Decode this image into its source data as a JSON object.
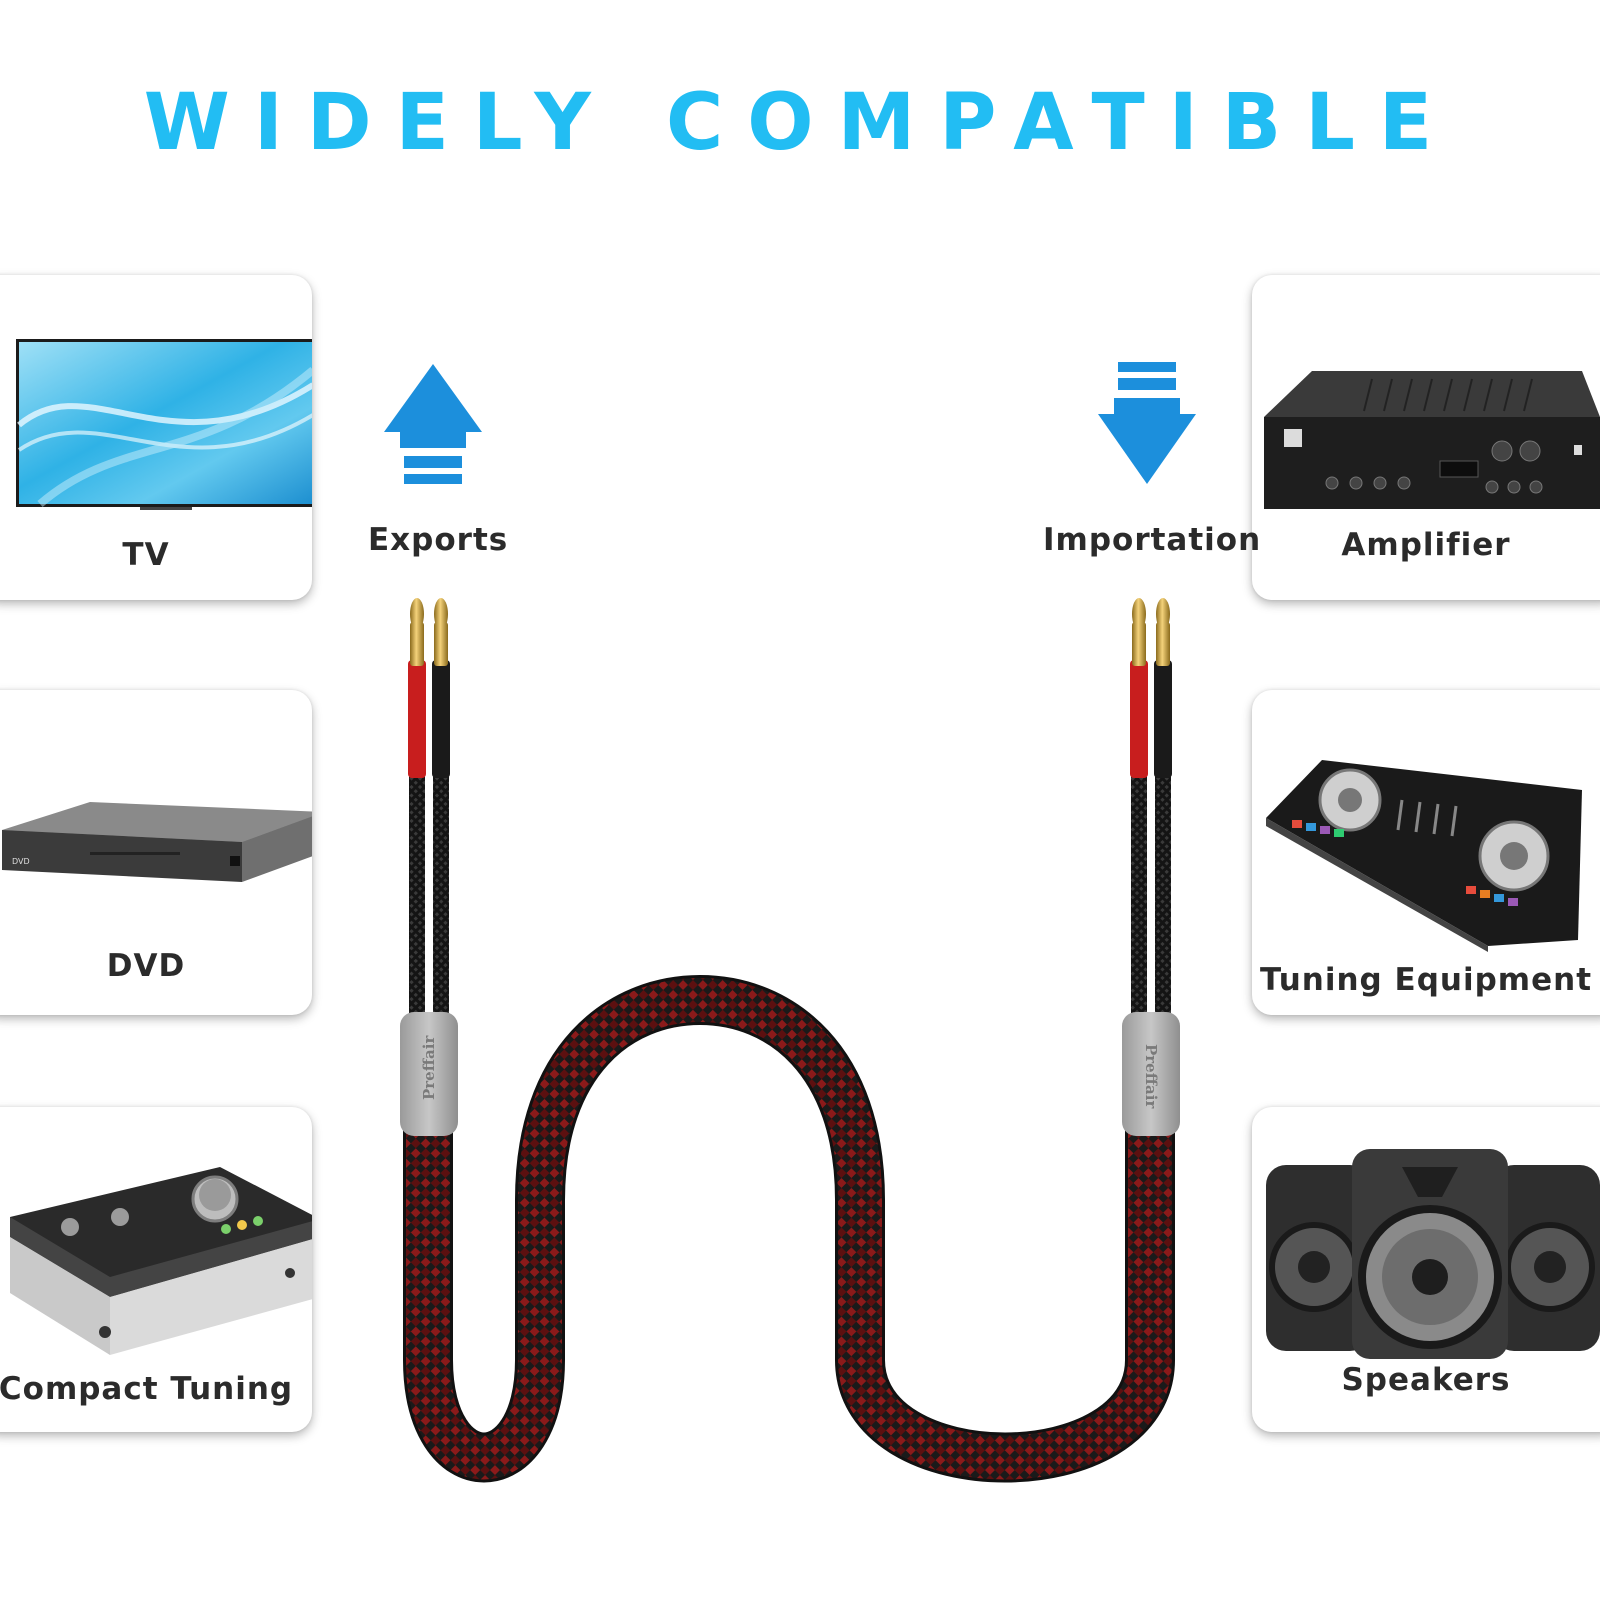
{
  "title": "WIDELY COMPATIBLE",
  "colors": {
    "accent_title": "#22bdf3",
    "arrow_blue": "#1c8fdc",
    "cable_red": "#8b1a1a",
    "cable_black": "#1a1a1a"
  },
  "arrows": {
    "exports": {
      "label": "Exports",
      "icon": "arrow-up-icon"
    },
    "importation": {
      "label": "Importation",
      "icon": "arrow-down-icon"
    }
  },
  "devices_left": [
    {
      "label": "TV",
      "icon": "tv-icon"
    },
    {
      "label": "DVD",
      "icon": "dvd-player-icon"
    },
    {
      "label": "Compact Tuning",
      "icon": "audio-interface-icon"
    }
  ],
  "devices_right": [
    {
      "label": "Amplifier",
      "icon": "amplifier-icon"
    },
    {
      "label": "Tuning Equipment",
      "icon": "dj-controller-icon"
    },
    {
      "label": "Speakers",
      "icon": "speakers-icon"
    }
  ],
  "cable": {
    "brand": "Preffair",
    "icon": "speaker-cable-icon"
  }
}
